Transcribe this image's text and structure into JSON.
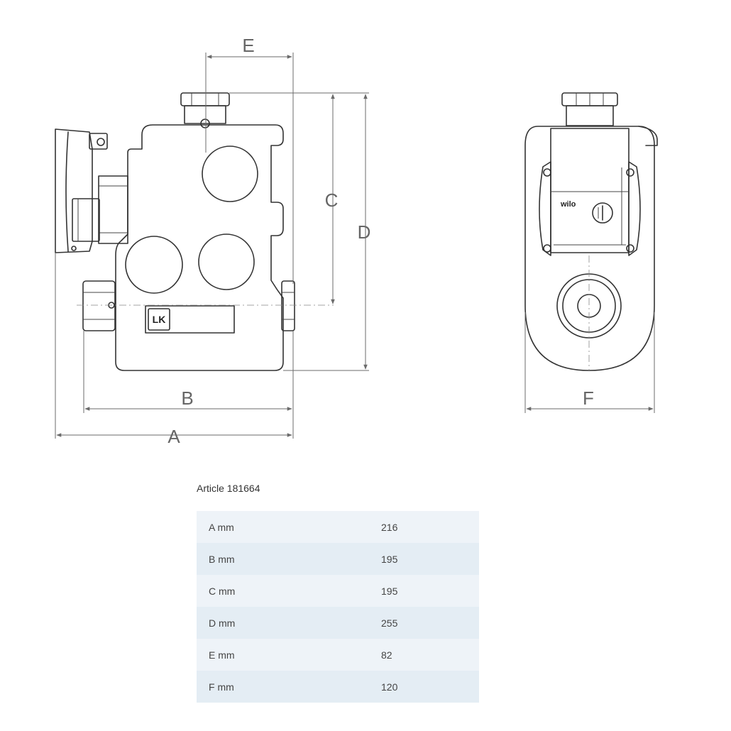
{
  "drawing": {
    "dimension_labels": {
      "A": "A",
      "B": "B",
      "C": "C",
      "D": "D",
      "E": "E",
      "F": "F"
    },
    "pump_brand": "wilo",
    "manufacturer_logo": "LK"
  },
  "article": {
    "title": "Article 181664",
    "rows": [
      {
        "label": "A mm",
        "value": "216"
      },
      {
        "label": "B mm",
        "value": "195"
      },
      {
        "label": "C mm",
        "value": "195"
      },
      {
        "label": "D mm",
        "value": "255"
      },
      {
        "label": "E mm",
        "value": "82"
      },
      {
        "label": "F mm",
        "value": "120"
      }
    ]
  }
}
